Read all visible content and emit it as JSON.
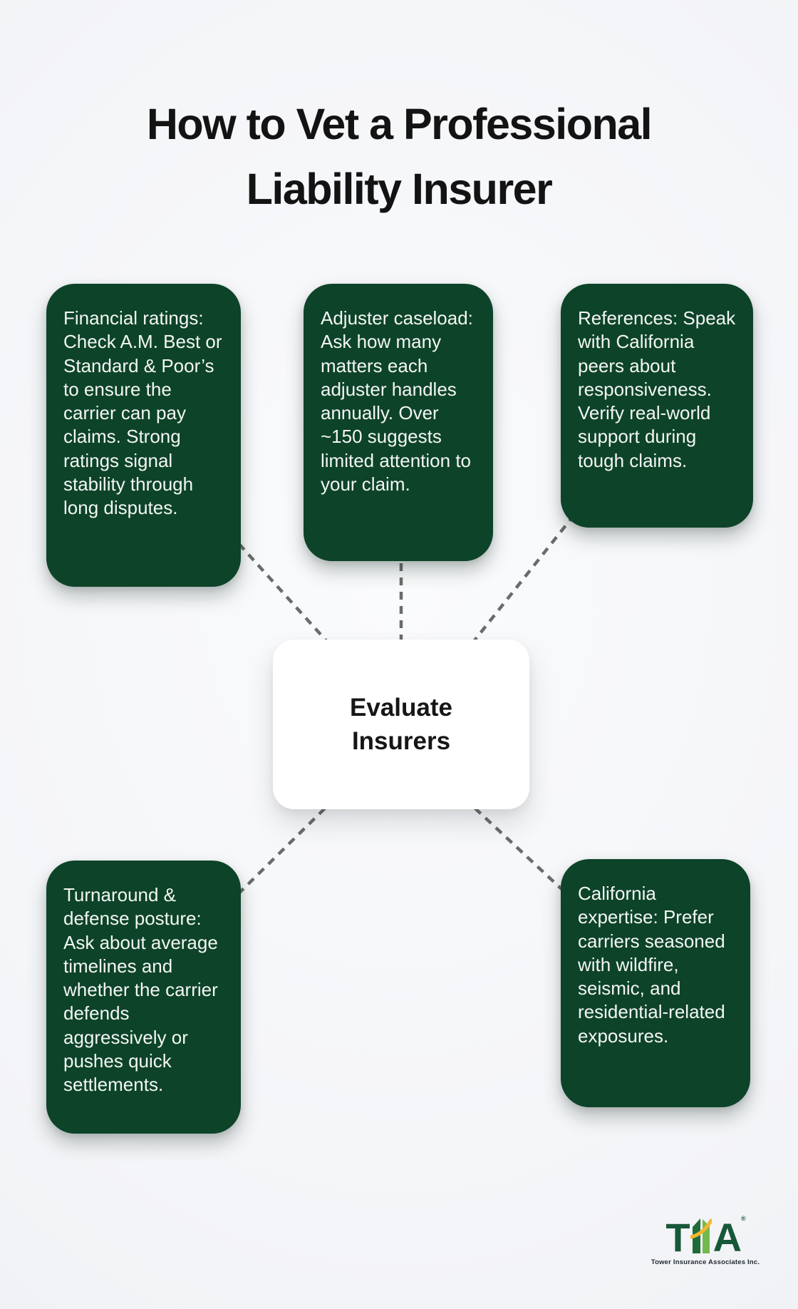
{
  "title": {
    "line1": "How to Vet a Professional",
    "line2": "Liability Insurer"
  },
  "center_node": {
    "label": "Evaluate Insurers"
  },
  "nodes": [
    {
      "id": "financial-ratings",
      "text": "Financial ratings: Check A.M. Best or Standard & Poor’s to ensure the carrier can pay claims. Strong ratings signal stability through long disputes."
    },
    {
      "id": "adjuster-caseload",
      "text": "Adjuster caseload: Ask how many matters each adjuster handles annually. Over ~150 suggests limited attention to your claim."
    },
    {
      "id": "references",
      "text": "References: Speak with California peers about responsiveness. Verify real-world support during tough claims."
    },
    {
      "id": "turnaround-defense-posture",
      "text": "Turnaround & defense posture: Ask about average timelines and whether the carrier defends aggressively or pushes quick settlements."
    },
    {
      "id": "california-expertise",
      "text": "California expertise: Prefer carriers seasoned with wildfire, seismic, and residential-related exposures."
    }
  ],
  "logo": {
    "letter_t": "T",
    "letter_a": "A",
    "registered_mark": "®",
    "company_name": "Tower Insurance Associates Inc."
  },
  "colors": {
    "card_green": "#0d4329",
    "background": "#f4f5f8",
    "dash_gray": "#6b6b6b",
    "card_text": "#f3f6f3",
    "title_text": "#131313",
    "logo_dark_green": "#175838",
    "logo_mid_green": "#1e6b3a",
    "logo_light_green": "#74b94e",
    "logo_gold": "#f2b72e"
  }
}
